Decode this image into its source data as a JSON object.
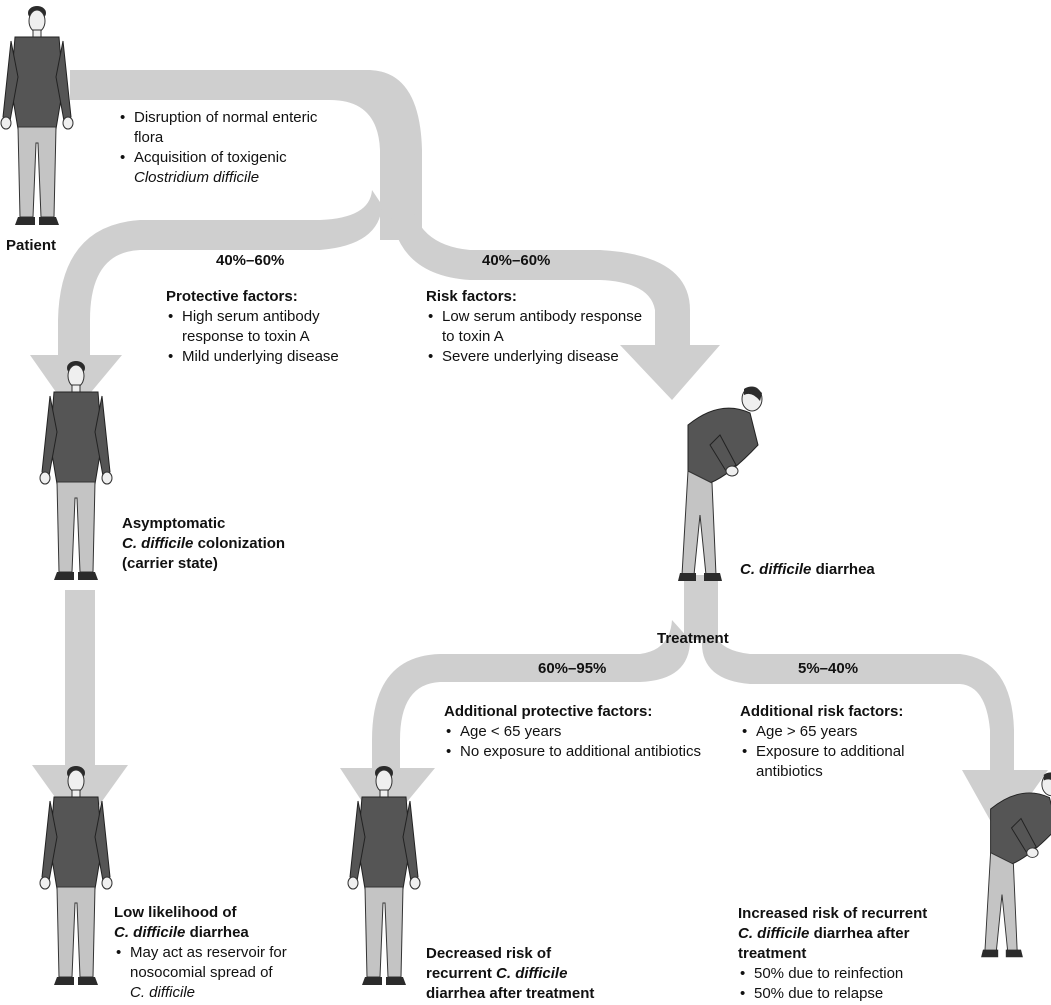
{
  "colors": {
    "arrow_fill": "#cfcfcf",
    "shirt": "#555555",
    "pants": "#c4c4c4",
    "skin": "#efefef",
    "hair": "#2b2b2b",
    "text": "#111111"
  },
  "figure_icons": [
    "standing-person-icon",
    "bent-sick-person-icon"
  ],
  "patient": {
    "label": "Patient"
  },
  "start": {
    "bullets": [
      "Disruption of normal enteric flora",
      "Acquisition of toxigenic",
      "Clostridium difficile"
    ]
  },
  "branch1": {
    "left_pct": "40%–60%",
    "right_pct": "40%–60%"
  },
  "protective": {
    "title": "Protective factors:",
    "bullets": [
      "High serum antibody response to toxin A",
      "Mild underlying disease"
    ]
  },
  "risk": {
    "title": "Risk factors:",
    "bullets": [
      "Low serum antibody response to toxin A",
      "Severe underlying disease"
    ]
  },
  "asymptomatic": {
    "line1": "Asymptomatic",
    "line2_italic": "C. difficile",
    "line2_rest": " colonization",
    "line3": "(carrier state)"
  },
  "diarrhea": {
    "italic": "C. difficile",
    "rest": " diarrhea"
  },
  "treatment": {
    "label": "Treatment",
    "left_pct": "60%–95%",
    "right_pct": "5%–40%"
  },
  "additional_protective": {
    "title": "Additional protective factors:",
    "bullets": [
      "Age < 65 years",
      "No exposure to additional antibiotics"
    ]
  },
  "additional_risk": {
    "title": "Additional risk factors:",
    "bullets": [
      "Age > 65 years",
      "Exposure to additional antibiotics"
    ]
  },
  "low_likelihood": {
    "line1": "Low likelihood of",
    "line2_italic": "C. difficile",
    "line2_rest": " diarrhea",
    "bullet_a": "May act as reservoir for nosocomial spread of",
    "bullet_b_italic": "C. difficile"
  },
  "decreased": {
    "line1": "Decreased risk of",
    "line2_pre": "recurrent ",
    "line2_italic": "C. difficile",
    "line3": "diarrhea after treatment"
  },
  "increased": {
    "line1": "Increased risk of recurrent",
    "line2_italic": "C. difficile",
    "line2_rest": " diarrhea after",
    "line3": "treatment",
    "bullets": [
      "50% due to reinfection",
      "50% due to relapse"
    ]
  }
}
